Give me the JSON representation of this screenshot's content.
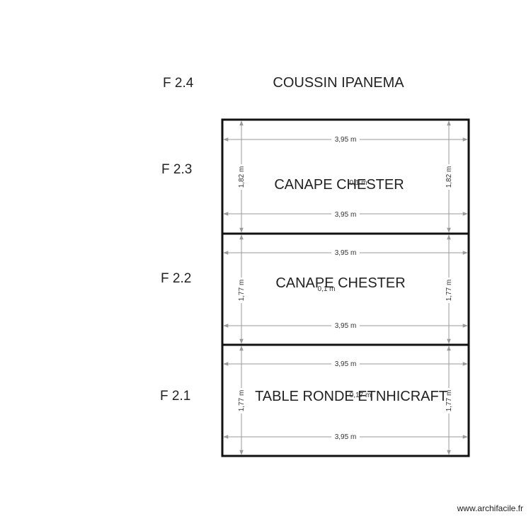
{
  "floor_labels": [
    "F 2.4",
    "F 2.3",
    "F 2.2",
    "F 2.1"
  ],
  "top_label": "COUSSIN IPANEMA",
  "rooms": [
    {
      "name": "CANAPE CHESTER",
      "width": "3,95 m",
      "height": "1,82 m",
      "inner_label": "0,1 m"
    },
    {
      "name": "CANAPE CHESTER",
      "width": "3,95 m",
      "height": "1,77 m",
      "inner_label": "0,1 m"
    },
    {
      "name": "TABLE RONDE ETNHICRAFT",
      "width": "3,95 m",
      "height": "1,77 m",
      "inner_label": "0,17 m"
    }
  ],
  "watermark": "www.archifacile.fr",
  "colors": {
    "wall": "#111111",
    "dimension": "#9a9a9a",
    "text": "#222222"
  }
}
